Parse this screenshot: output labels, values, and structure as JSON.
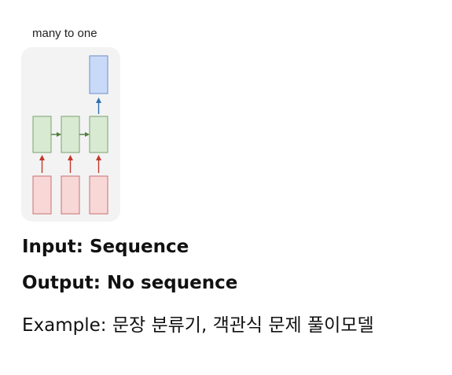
{
  "diagram": {
    "caption": "many to one",
    "colors": {
      "panel": "#f3f3f3",
      "input_fill": "#f8d7d7",
      "input_stroke": "#c97070",
      "hidden_fill": "#d9ead3",
      "hidden_stroke": "#7aa36e",
      "output_fill": "#c9daf8",
      "output_stroke": "#6d8fc9",
      "arrow_input": "#c0392b",
      "arrow_hidden": "#4f7f3a",
      "arrow_output": "#2e6fb5"
    }
  },
  "text": {
    "input_line": "Input: Sequence",
    "output_line": "Output: No sequence",
    "example_line": "Example: 문장 분류기, 객관식 문제 풀이모델"
  }
}
